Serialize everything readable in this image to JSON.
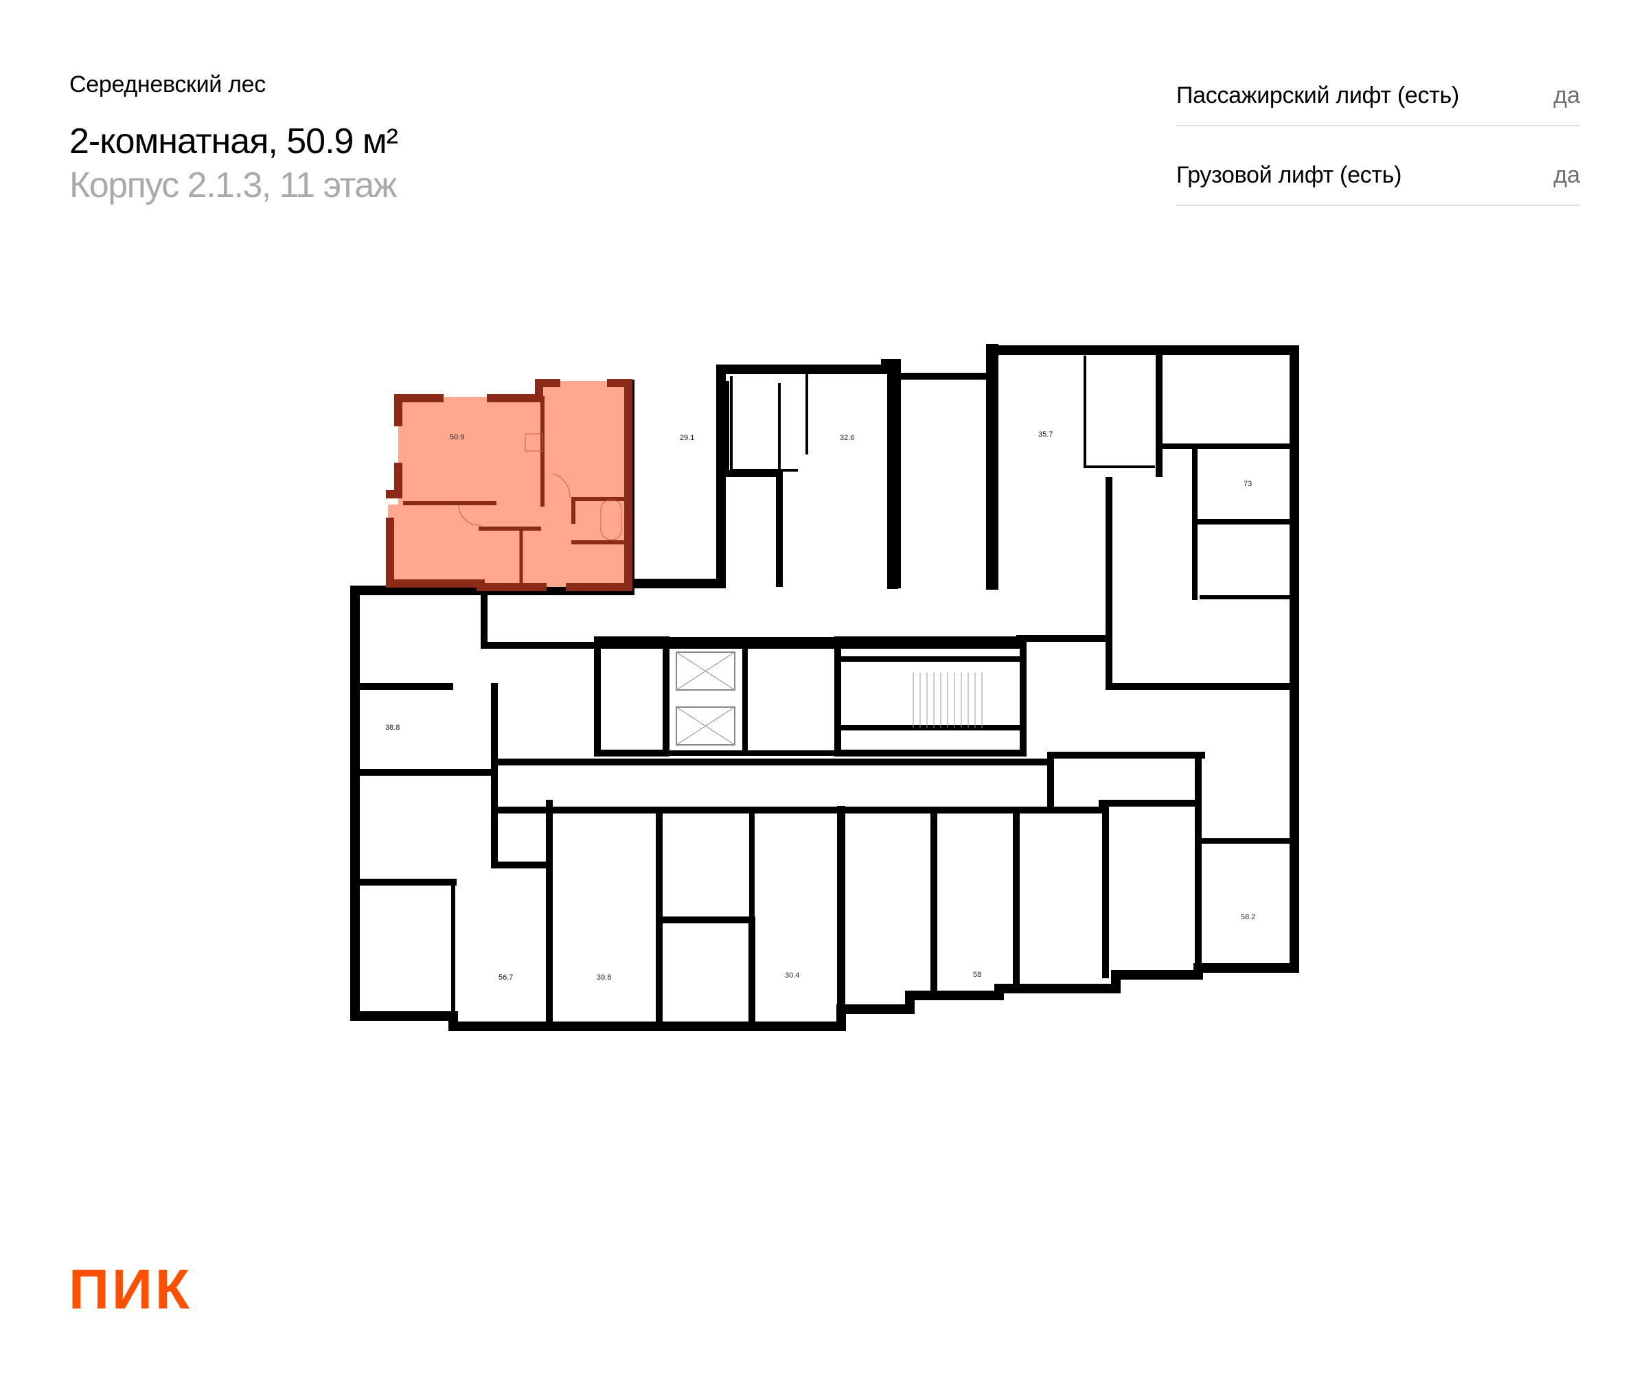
{
  "header": {
    "project_name": "Середневский лес",
    "apartment_title": "2-комнатная, 50.9 м²",
    "building_floor": "Корпус 2.1.3, 11 этаж"
  },
  "specs": [
    {
      "label": "Пассажирский лифт (есть)",
      "value": "да"
    },
    {
      "label": "Грузовой лифт (есть)",
      "value": "да"
    }
  ],
  "floor_plan": {
    "highlighted_apartment": {
      "area": "50.9",
      "fill_color": "#FFA88E",
      "wall_color": "#8B2A17"
    },
    "apartments": [
      {
        "area": "50.9"
      },
      {
        "area": "29.1"
      },
      {
        "area": "32.6"
      },
      {
        "area": "35.7"
      },
      {
        "area": "73"
      },
      {
        "area": "38.8"
      },
      {
        "area": "56.7"
      },
      {
        "area": "39.8"
      },
      {
        "area": "30.4"
      },
      {
        "area": "58"
      },
      {
        "area": "58.2"
      }
    ]
  },
  "brand": {
    "logo_text": "ПИК",
    "color": "#FF4F00"
  }
}
